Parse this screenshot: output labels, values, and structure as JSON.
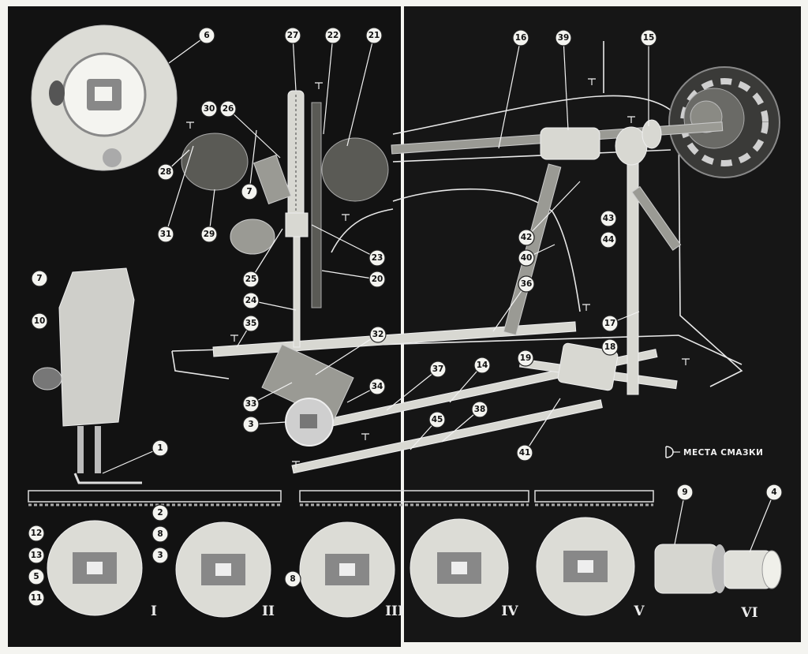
{
  "callouts": [
    "6",
    "27",
    "22",
    "21",
    "16",
    "39",
    "15",
    "30",
    "26",
    "28",
    "7",
    "31",
    "29",
    "25",
    "23",
    "20",
    "24",
    "35",
    "10",
    "42",
    "43",
    "44",
    "40",
    "36",
    "17",
    "32",
    "18",
    "19",
    "14",
    "37",
    "34",
    "33",
    "3",
    "45",
    "38",
    "41",
    "1",
    "2",
    "12",
    "13",
    "5",
    "11",
    "8",
    "9",
    "4"
  ],
  "stages": [
    "I",
    "II",
    "III",
    "IV",
    "V",
    "VI"
  ],
  "legend": {
    "label": "МЕСТА СМАЗКИ"
  }
}
